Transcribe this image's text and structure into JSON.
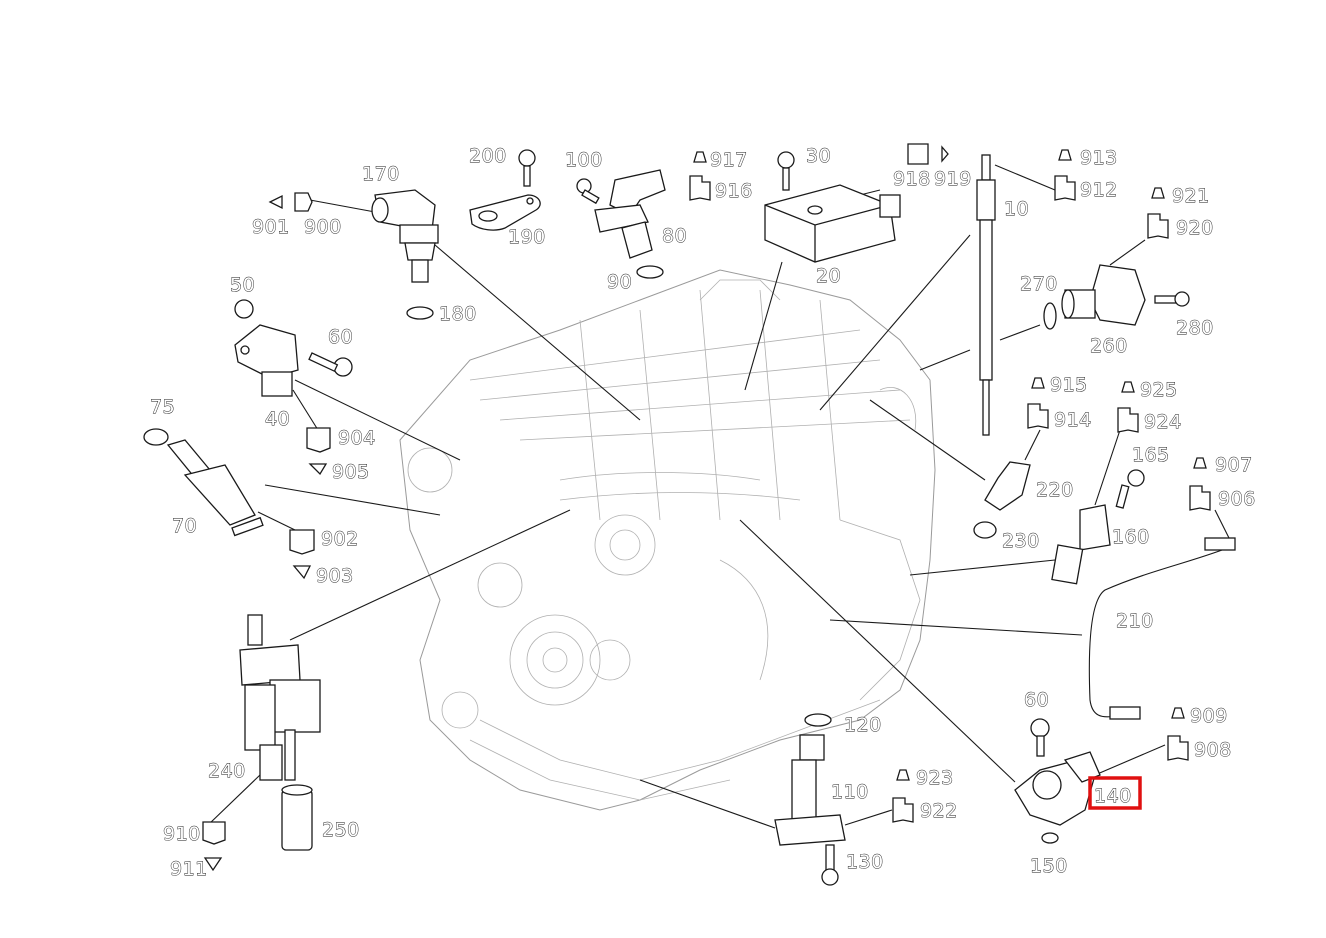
{
  "highlighted_part": "140",
  "highlight_color": "#e01010",
  "line_color": "#1a1a1a",
  "labels": {
    "p10": "10",
    "p20": "20",
    "p30": "30",
    "p40": "40",
    "p50": "50",
    "p60a": "60",
    "p60b": "60",
    "p70": "70",
    "p75": "75",
    "p80": "80",
    "p90": "90",
    "p100": "100",
    "p110": "110",
    "p120": "120",
    "p130": "130",
    "p140": "140",
    "p150": "150",
    "p160": "160",
    "p165": "165",
    "p170": "170",
    "p180": "180",
    "p190": "190",
    "p200": "200",
    "p210": "210",
    "p220": "220",
    "p230": "230",
    "p240": "240",
    "p250": "250",
    "p260": "260",
    "p270": "270",
    "p280": "280",
    "p900": "900",
    "p901": "901",
    "p902": "902",
    "p903": "903",
    "p904": "904",
    "p905": "905",
    "p906": "906",
    "p907": "907",
    "p908": "908",
    "p909": "909",
    "p910": "910",
    "p911": "911",
    "p912": "912",
    "p913": "913",
    "p914": "914",
    "p915": "915",
    "p916": "916",
    "p917": "917",
    "p918": "918",
    "p919": "919",
    "p920": "920",
    "p921": "921",
    "p922": "922",
    "p923": "923",
    "p924": "924",
    "p925": "925"
  }
}
